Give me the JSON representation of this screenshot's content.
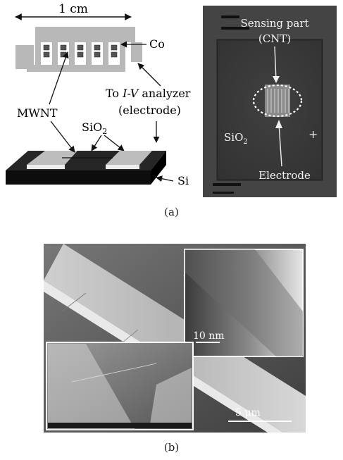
{
  "panel_a": {
    "schematic": {
      "scale_label": "1 cm",
      "cobalt_label": "Co",
      "analyzer_label_prefix": "To ",
      "analyzer_label_italic": "I-V",
      "analyzer_label_suffix": " analyzer",
      "electrode_paren_label": "(electrode)",
      "mwnt_label": "MWNT",
      "sio2_label_main": "SiO",
      "sio2_label_sub": "2",
      "si_label": "Si"
    },
    "photo": {
      "sensing_label_line1": "Sensing part",
      "sensing_label_line2": "(CNT)",
      "sio2_label_main": "SiO",
      "sio2_label_sub": "2",
      "plus_mark": "+",
      "electrode_label": "Electrode"
    },
    "caption": "(a)"
  },
  "panel_b": {
    "inset_scale_label": "10 nm",
    "main_scale_label": "5 μm",
    "caption": "(b)"
  }
}
